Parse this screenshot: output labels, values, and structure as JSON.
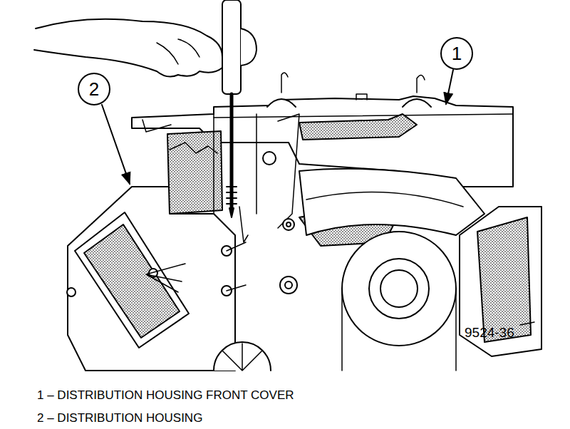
{
  "diagram": {
    "nodes": [
      {
        "text": [
          "1"
        ]
      },
      {
        "text": [
          "2"
        ]
      }
    ],
    "labels": [
      "9524-36",
      "1 – DISTRIBUTION HOUSING FRONT COVER",
      "2 – DISTRIBUTION HOUSING"
    ]
  }
}
